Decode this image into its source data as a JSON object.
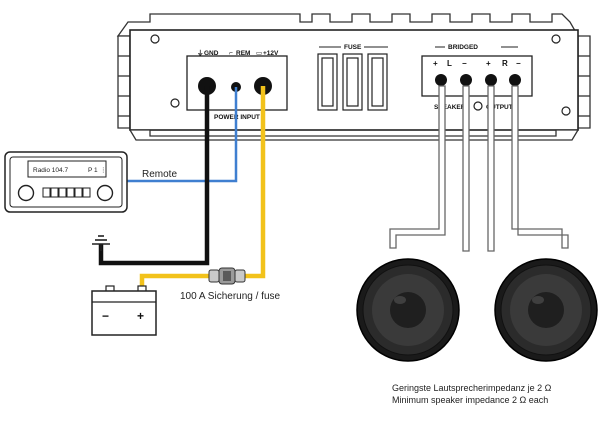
{
  "amplifier": {
    "terminals": {
      "gnd": "GND",
      "rem": "REM",
      "plus12v": "+12V"
    },
    "power_input_label": "POWER INPUT",
    "fuse_label": "FUSE",
    "bridged_label": "BRIDGED",
    "speaker_terminals": [
      "+",
      "L",
      "−",
      "+",
      "R",
      "−"
    ],
    "speaker_label": "SPEAKER",
    "output_label": "OUTPUT"
  },
  "radio": {
    "display": "Radio 104.7",
    "channel": "P 1"
  },
  "labels": {
    "remote": "Remote",
    "fuse_inline": "100 A Sicherung / fuse",
    "impedance_de": "Geringste Lautsprecherimpedanz je 2 Ω",
    "impedance_en": "Minimum speaker impedance 2 Ω each"
  },
  "colors": {
    "ground_wire": "#111111",
    "power_wire": "#f2c21b",
    "remote_wire": "#3f7fd0",
    "speaker_wire": "#555555",
    "outline": "#222222"
  }
}
